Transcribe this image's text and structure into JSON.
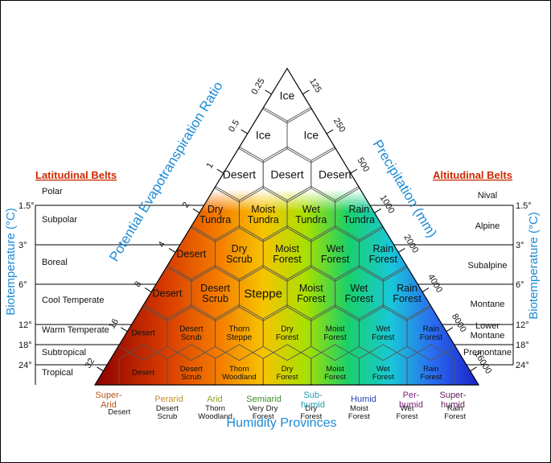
{
  "titles": {
    "latitudinal": "Latitudinal Belts",
    "altitudinal": "Altitudinal Belts",
    "pet_ratio": "Potential Evapotranspiration Ratio",
    "precipitation": "Precipitation (mm)",
    "humidity": "Humidity Provinces",
    "biotemp_left": "Biotemperature (°C)",
    "biotemp_right": "Biotemperature (°C)"
  },
  "pet_ticks": [
    "0.25",
    "0.5",
    "1",
    "2",
    "4",
    "8",
    "16",
    "32"
  ],
  "precip_ticks": [
    "125",
    "250",
    "500",
    "1000",
    "2000",
    "4000",
    "8000",
    "16000"
  ],
  "latitudinal_belts": [
    "Polar",
    "Subpolar",
    "Boreal",
    "Cool Temperate",
    "Warm Temperate",
    "Subtropical",
    "Tropical"
  ],
  "altitudinal_belts": [
    "Nival",
    "Alpine",
    "Subalpine",
    "Montane",
    "Lower Montane",
    "Premontane"
  ],
  "temperature_marks": [
    "1.5°",
    "3°",
    "6°",
    "12°",
    "18°",
    "24°"
  ],
  "humidity_provinces": [
    "Super-Arid",
    "Perarid",
    "Arid",
    "Semiarid",
    "Sub-humid",
    "Humid",
    "Per-humid",
    "Super-humid"
  ],
  "province_colors": [
    "#b5541b",
    "#c0902a",
    "#8aa621",
    "#3d8f27",
    "#1f9bb0",
    "#2a3fb0",
    "#7a1f7a",
    "#5a1a5a"
  ],
  "life_zones": [
    [
      "Ice"
    ],
    [
      "Ice",
      "Ice"
    ],
    [
      "Desert",
      "Desert",
      "Desert"
    ],
    [
      "Dry Tundra",
      "Moist Tundra",
      "Wet Tundra",
      "Rain Tundra"
    ],
    [
      "Desert",
      "Dry Scrub",
      "Moist Forest",
      "Wet Forest",
      "Rain Forest"
    ],
    [
      "Desert",
      "Desert Scrub",
      "Steppe",
      "Moist Forest",
      "Wet Forest",
      "Rain Forest"
    ],
    [
      "Desert",
      "Desert Scrub",
      "Thorn Steppe",
      "Dry Forest",
      "Moist Forest",
      "Wet Forest",
      "Rain Forest"
    ],
    [
      "Desert",
      "Desert Scrub",
      "Thorn Woodland",
      "Dry Forest",
      "Moist Forest",
      "Wet Forest",
      "Rain Forest"
    ],
    [
      "Desert",
      "Desert Scrub",
      "Thorn Woodland",
      "Very Dry Forest",
      "Dry Forest",
      "Moist Forest",
      "Wet Forest",
      "Rain Forest"
    ]
  ]
}
